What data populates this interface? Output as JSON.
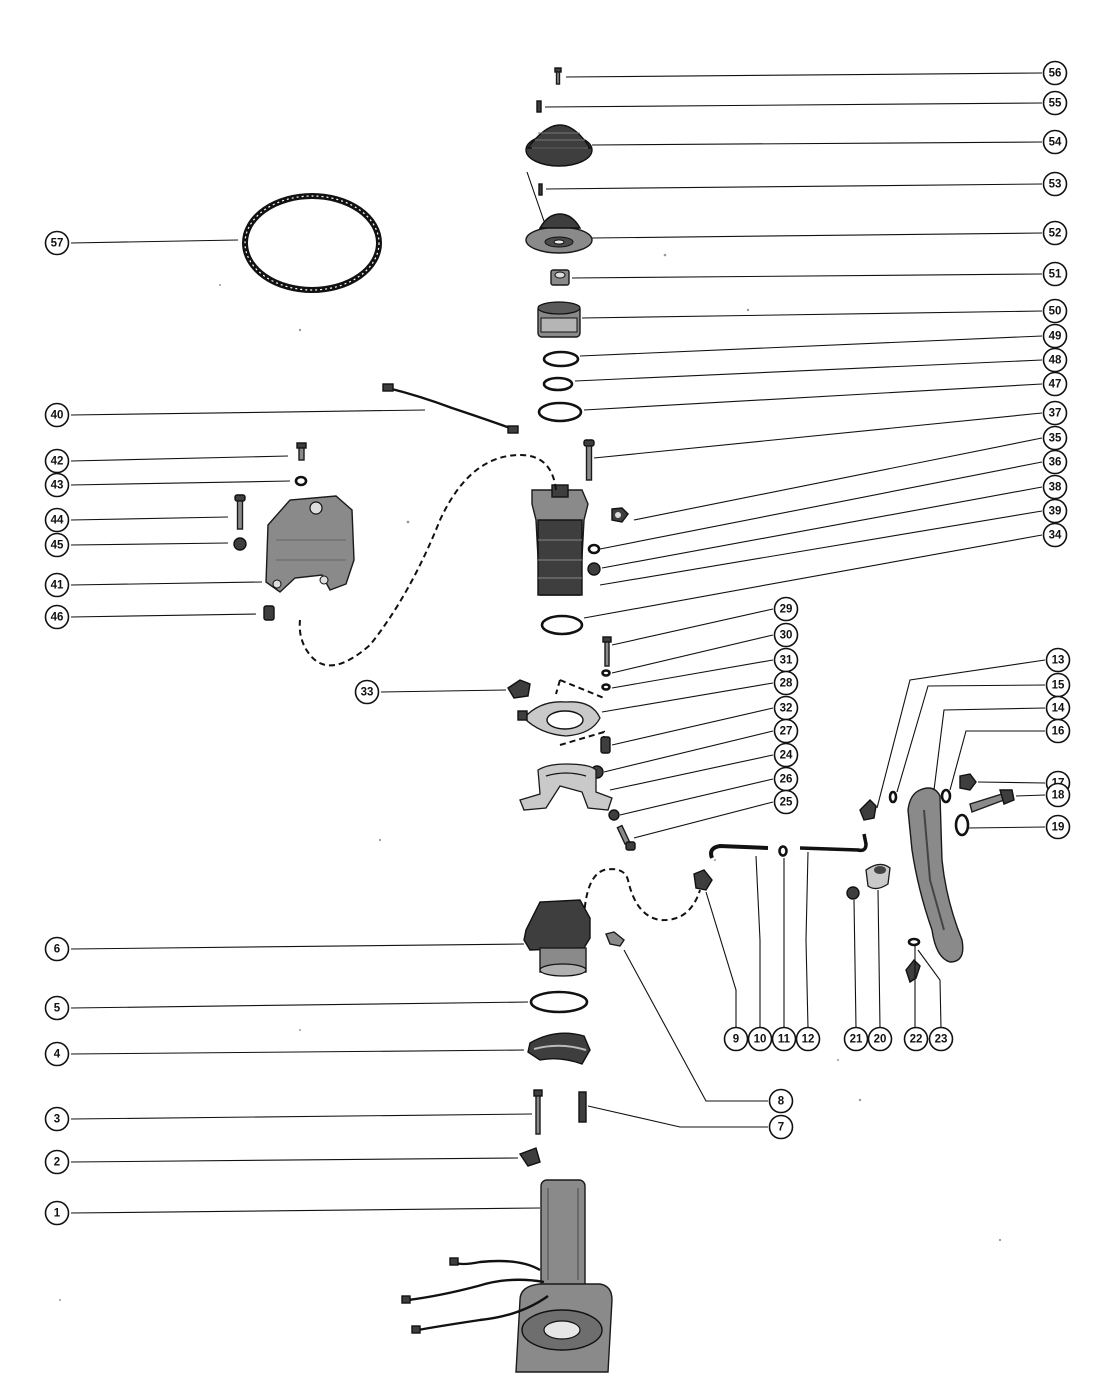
{
  "diagram": {
    "callouts": [
      {
        "id": "56",
        "label": "56"
      },
      {
        "id": "55",
        "label": "55"
      },
      {
        "id": "54",
        "label": "54"
      },
      {
        "id": "53",
        "label": "53"
      },
      {
        "id": "52",
        "label": "52"
      },
      {
        "id": "51",
        "label": "51"
      },
      {
        "id": "50",
        "label": "50"
      },
      {
        "id": "49",
        "label": "49"
      },
      {
        "id": "48",
        "label": "48"
      },
      {
        "id": "47",
        "label": "47"
      },
      {
        "id": "37",
        "label": "37"
      },
      {
        "id": "35",
        "label": "35"
      },
      {
        "id": "36",
        "label": "36"
      },
      {
        "id": "38",
        "label": "38"
      },
      {
        "id": "39",
        "label": "39"
      },
      {
        "id": "34",
        "label": "34"
      },
      {
        "id": "57",
        "label": "57"
      },
      {
        "id": "40",
        "label": "40"
      },
      {
        "id": "42",
        "label": "42"
      },
      {
        "id": "43",
        "label": "43"
      },
      {
        "id": "44",
        "label": "44"
      },
      {
        "id": "45",
        "label": "45"
      },
      {
        "id": "41",
        "label": "41"
      },
      {
        "id": "46",
        "label": "46"
      },
      {
        "id": "29",
        "label": "29"
      },
      {
        "id": "30",
        "label": "30"
      },
      {
        "id": "31",
        "label": "31"
      },
      {
        "id": "28",
        "label": "28"
      },
      {
        "id": "32",
        "label": "32"
      },
      {
        "id": "27",
        "label": "27"
      },
      {
        "id": "24",
        "label": "24"
      },
      {
        "id": "26",
        "label": "26"
      },
      {
        "id": "25",
        "label": "25"
      },
      {
        "id": "33",
        "label": "33"
      },
      {
        "id": "13",
        "label": "13"
      },
      {
        "id": "15",
        "label": "15"
      },
      {
        "id": "14",
        "label": "14"
      },
      {
        "id": "16",
        "label": "16"
      },
      {
        "id": "17",
        "label": "17"
      },
      {
        "id": "18",
        "label": "18"
      },
      {
        "id": "19",
        "label": "19"
      },
      {
        "id": "6",
        "label": "6"
      },
      {
        "id": "5",
        "label": "5"
      },
      {
        "id": "4",
        "label": "4"
      },
      {
        "id": "3",
        "label": "3"
      },
      {
        "id": "2",
        "label": "2"
      },
      {
        "id": "1",
        "label": "1"
      },
      {
        "id": "8",
        "label": "8"
      },
      {
        "id": "7",
        "label": "7"
      },
      {
        "id": "9",
        "label": "9"
      },
      {
        "id": "10",
        "label": "10"
      },
      {
        "id": "11",
        "label": "11"
      },
      {
        "id": "12",
        "label": "12"
      },
      {
        "id": "21",
        "label": "21"
      },
      {
        "id": "20",
        "label": "20"
      },
      {
        "id": "22",
        "label": "22"
      },
      {
        "id": "23",
        "label": "23"
      }
    ]
  }
}
